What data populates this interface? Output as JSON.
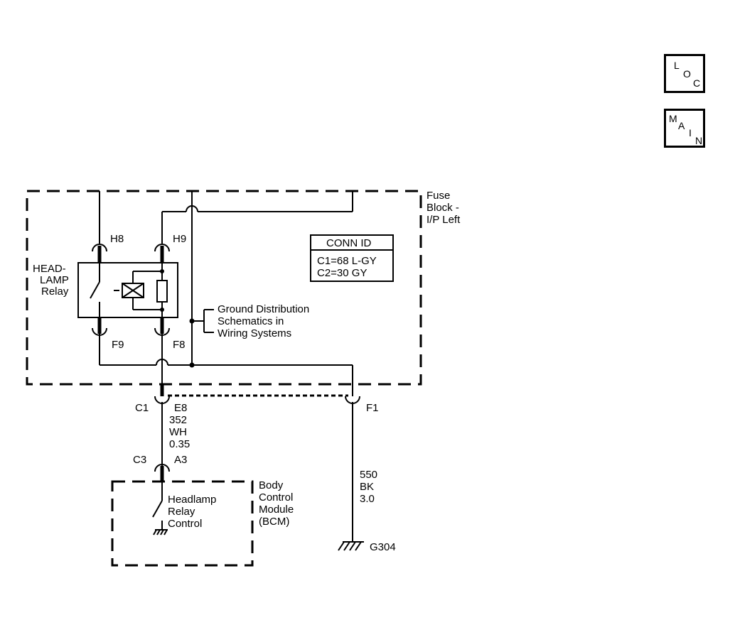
{
  "nav": {
    "loc": [
      "L",
      "O",
      "C"
    ],
    "main": [
      "M",
      "A",
      "I",
      "N"
    ]
  },
  "fuse_block": {
    "label": [
      "Fuse",
      "Block -",
      "I/P Left"
    ]
  },
  "conn_id": {
    "title": "CONN ID",
    "lines": [
      "C1=68 L-GY",
      "C2=30 GY"
    ]
  },
  "relay": {
    "label": [
      "HEAD-",
      "LAMP",
      "Relay"
    ]
  },
  "ground_note": [
    "Ground Distribution",
    "Schematics in",
    "Wiring Systems"
  ],
  "terminals": {
    "h8": "H8",
    "h9": "H9",
    "f9": "F9",
    "f8": "F8",
    "c1": "C1",
    "e8": "E8",
    "f1": "F1",
    "c3": "C3",
    "a3": "A3"
  },
  "wire_352": [
    "352",
    "WH",
    "0.35"
  ],
  "wire_550": [
    "550",
    "BK",
    "3.0"
  ],
  "ground": "G304",
  "bcm": {
    "label": [
      "Body",
      "Control",
      "Module",
      "(BCM)"
    ],
    "inner": [
      "Headlamp",
      "Relay",
      "Control"
    ]
  }
}
